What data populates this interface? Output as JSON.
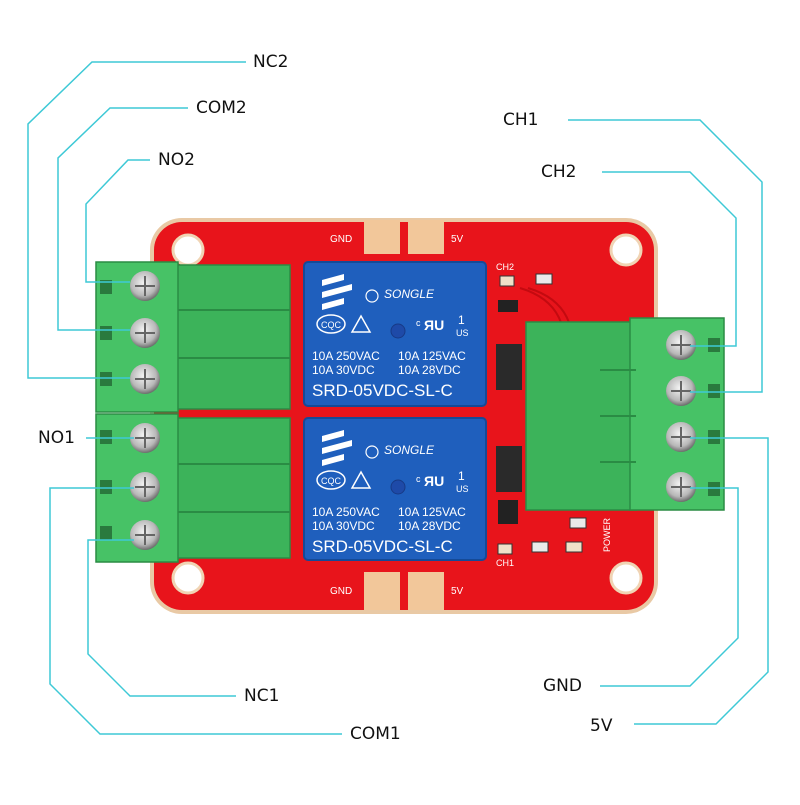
{
  "callouts": {
    "nc2": "NC2",
    "com2": "COM2",
    "no2": "NO2",
    "no1": "NO1",
    "nc1": "NC1",
    "com1": "COM1",
    "ch1": "CH1",
    "ch2": "CH2",
    "gnd": "GND",
    "v5": "5V"
  },
  "board": {
    "top_gnd": "GND",
    "top_5v": "5V",
    "bottom_gnd": "GND",
    "bottom_5v": "5V",
    "led_ch2": "CH2",
    "led_ch1": "CH1",
    "power": "POWER"
  },
  "relay": {
    "brand": "SONGLE",
    "rating_left_1": "10A 250VAC",
    "rating_left_2": "10A  30VDC",
    "rating_right_1": "10A 125VAC",
    "rating_right_2": "10A  28VDC",
    "model": "SRD-05VDC-SL-C",
    "cqc": "CQC",
    "ul_c": "c",
    "ul_us": "US",
    "ul_num": "1"
  },
  "colors": {
    "pcb": "#e8141b",
    "terminal": "#3cb35a",
    "relay": "#1f5fbd",
    "leader": "#3ec9d6"
  }
}
